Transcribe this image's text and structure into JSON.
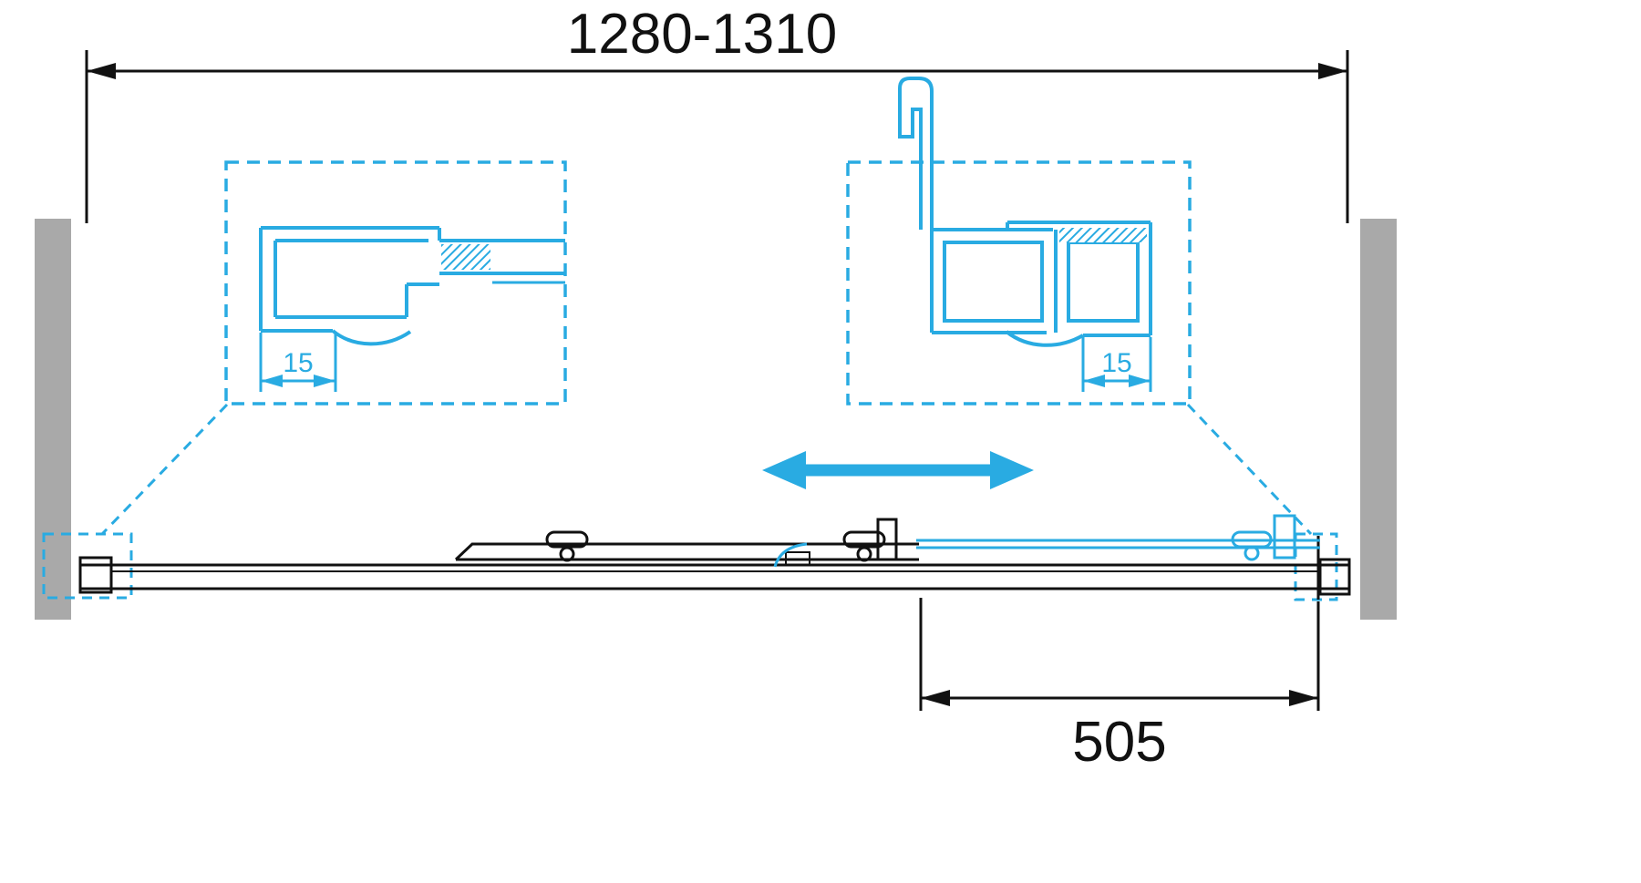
{
  "drawing": {
    "overall_width_label": "1280-1310",
    "panel_width_label": "505",
    "profile_gap_left_label": "15",
    "profile_gap_right_label": "15"
  },
  "colors": {
    "accent_cyan": "#29ABE2",
    "wall_gray": "#A9A9A9",
    "line_black": "#111111",
    "background": "#FFFFFF"
  }
}
